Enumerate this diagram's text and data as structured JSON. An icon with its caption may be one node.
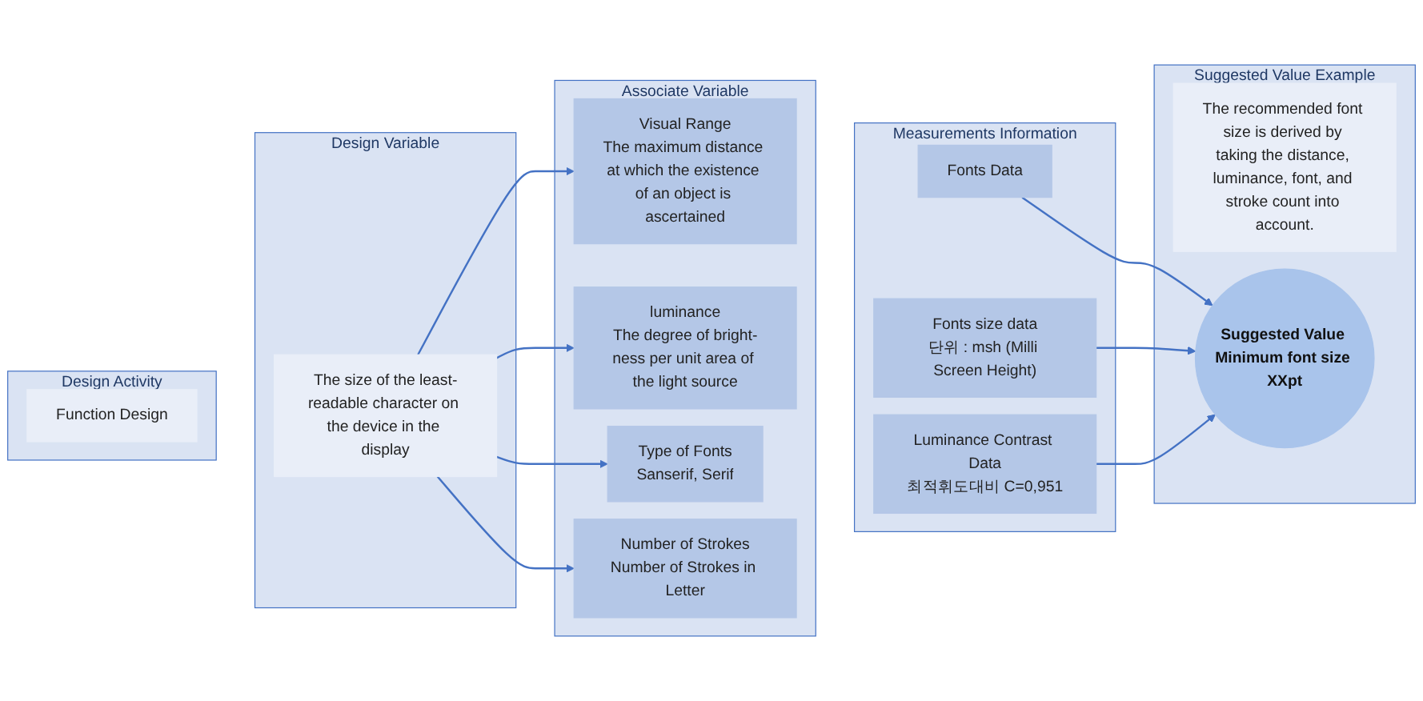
{
  "diagram": {
    "nodes": [
      {
        "text": [
          "Design Activity"
        ]
      },
      {
        "text": [
          "Function Design"
        ],
        "in": 0
      },
      {
        "text": [
          "Design Variable"
        ]
      },
      {
        "text": [
          "The size of the least-readable character on the device in the display"
        ],
        "in": 2
      },
      {
        "text": [
          "Associate Variable"
        ]
      },
      {
        "text": [
          "Visual Range",
          "The maximum distance at which the existence of an object is ascertained"
        ],
        "in": 4
      },
      {
        "text": [
          "luminance",
          "The degree of bright-ness per unit area of the light source"
        ],
        "in": 4
      },
      {
        "text": [
          "Type of Fonts",
          "Sanserif,  Serif"
        ],
        "in": 4
      },
      {
        "text": [
          "Number of Strokes",
          "Number of Strokes in Letter"
        ],
        "in": 4
      },
      {
        "text": [
          "Measurements Information"
        ]
      },
      {
        "text": [
          "Fonts Data"
        ],
        "in": 9
      },
      {
        "text": [
          "Fonts size data",
          "단위 : msh (Milli Screen Height)"
        ],
        "in": 9
      },
      {
        "text": [
          "Luminance Contrast Data",
          "최적휘도대비 C=0,951"
        ],
        "in": 9
      },
      {
        "text": [
          "Suggested Value Example"
        ]
      },
      {
        "text": [
          "The recommended font size is derived by taking the distance, luminance, font, and stroke count into account."
        ],
        "in": 13
      },
      {
        "text": [
          "Suggested Value Minimum font size XXpt"
        ],
        "in": 13
      }
    ],
    "edges": [
      {
        "from": 3,
        "to": 5,
        "arrow": "to"
      },
      {
        "from": 3,
        "to": 6,
        "arrow": "to"
      },
      {
        "from": 3,
        "to": 7,
        "arrow": "to"
      },
      {
        "from": 3,
        "to": 8,
        "arrow": "to"
      },
      {
        "from": 10,
        "to": 15,
        "arrow": "to"
      },
      {
        "from": 11,
        "to": 15,
        "arrow": "to"
      },
      {
        "from": 12,
        "to": 15,
        "arrow": "to"
      }
    ]
  }
}
